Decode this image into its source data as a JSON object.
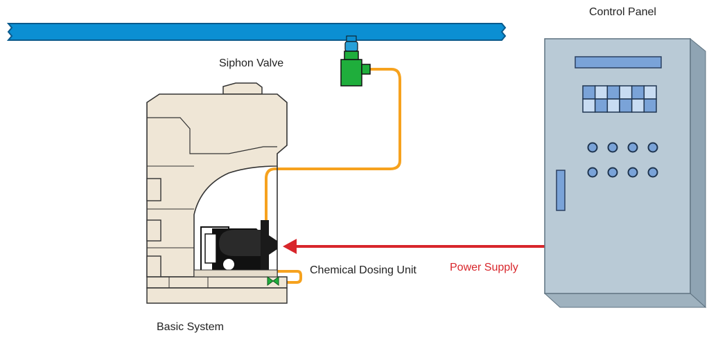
{
  "labels": {
    "control_panel": "Control Panel",
    "siphon_valve": "Siphon Valve",
    "chemical_dosing_unit": "Chemical Dosing Unit",
    "power_supply": "Power Supply",
    "basic_system": "Basic System"
  },
  "colors": {
    "pipe": "#0b8fd3",
    "hose": "#f6a21e",
    "valve": "#1fae3c",
    "power_arrow": "#d8262b",
    "power_label": "#d8262b",
    "tank": "#efe6d6",
    "cabinet_front": "#b9cad6",
    "cabinet_side": "#8fa4b3",
    "indicator": "#7aa3d8"
  },
  "control_panel": {
    "display_rows": 2,
    "display_columns": 6,
    "button_rows": 2,
    "buttons_per_row": 4
  }
}
